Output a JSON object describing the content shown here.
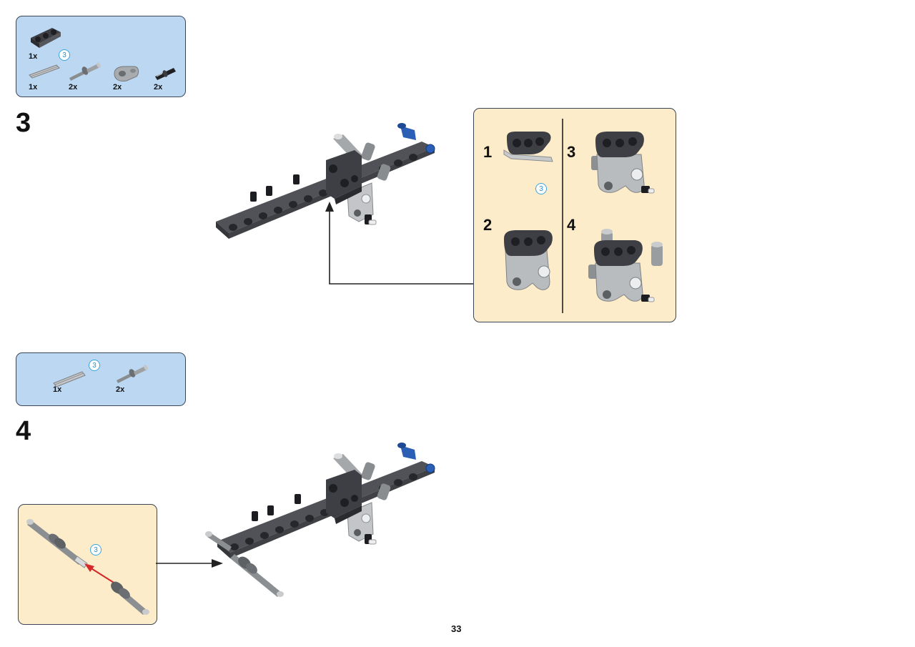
{
  "step3": {
    "number": "3",
    "parts": [
      {
        "qty": "1x",
        "name": "beam-3"
      },
      {
        "qty": "1x",
        "name": "axle-3",
        "badge": "3"
      },
      {
        "qty": "2x",
        "name": "axle-pin"
      },
      {
        "qty": "2x",
        "name": "axle-connector"
      },
      {
        "qty": "2x",
        "name": "pin-black"
      }
    ],
    "substeps": [
      {
        "num": "1",
        "badge": "3"
      },
      {
        "num": "2"
      },
      {
        "num": "3"
      },
      {
        "num": "4"
      }
    ]
  },
  "step4": {
    "number": "4",
    "parts": [
      {
        "qty": "1x",
        "name": "axle-3",
        "badge": "3"
      },
      {
        "qty": "2x",
        "name": "axle-pin"
      }
    ],
    "sub_badge": "3"
  },
  "page_number": "33",
  "colors": {
    "parts_bg": "#bcd7f2",
    "subassembly_bg": "#fdecca",
    "dark_gray": "#4b4d52",
    "light_gray": "#b9bcbf",
    "blue": "#2a5fb5",
    "arrow_red": "#d42a2a"
  }
}
